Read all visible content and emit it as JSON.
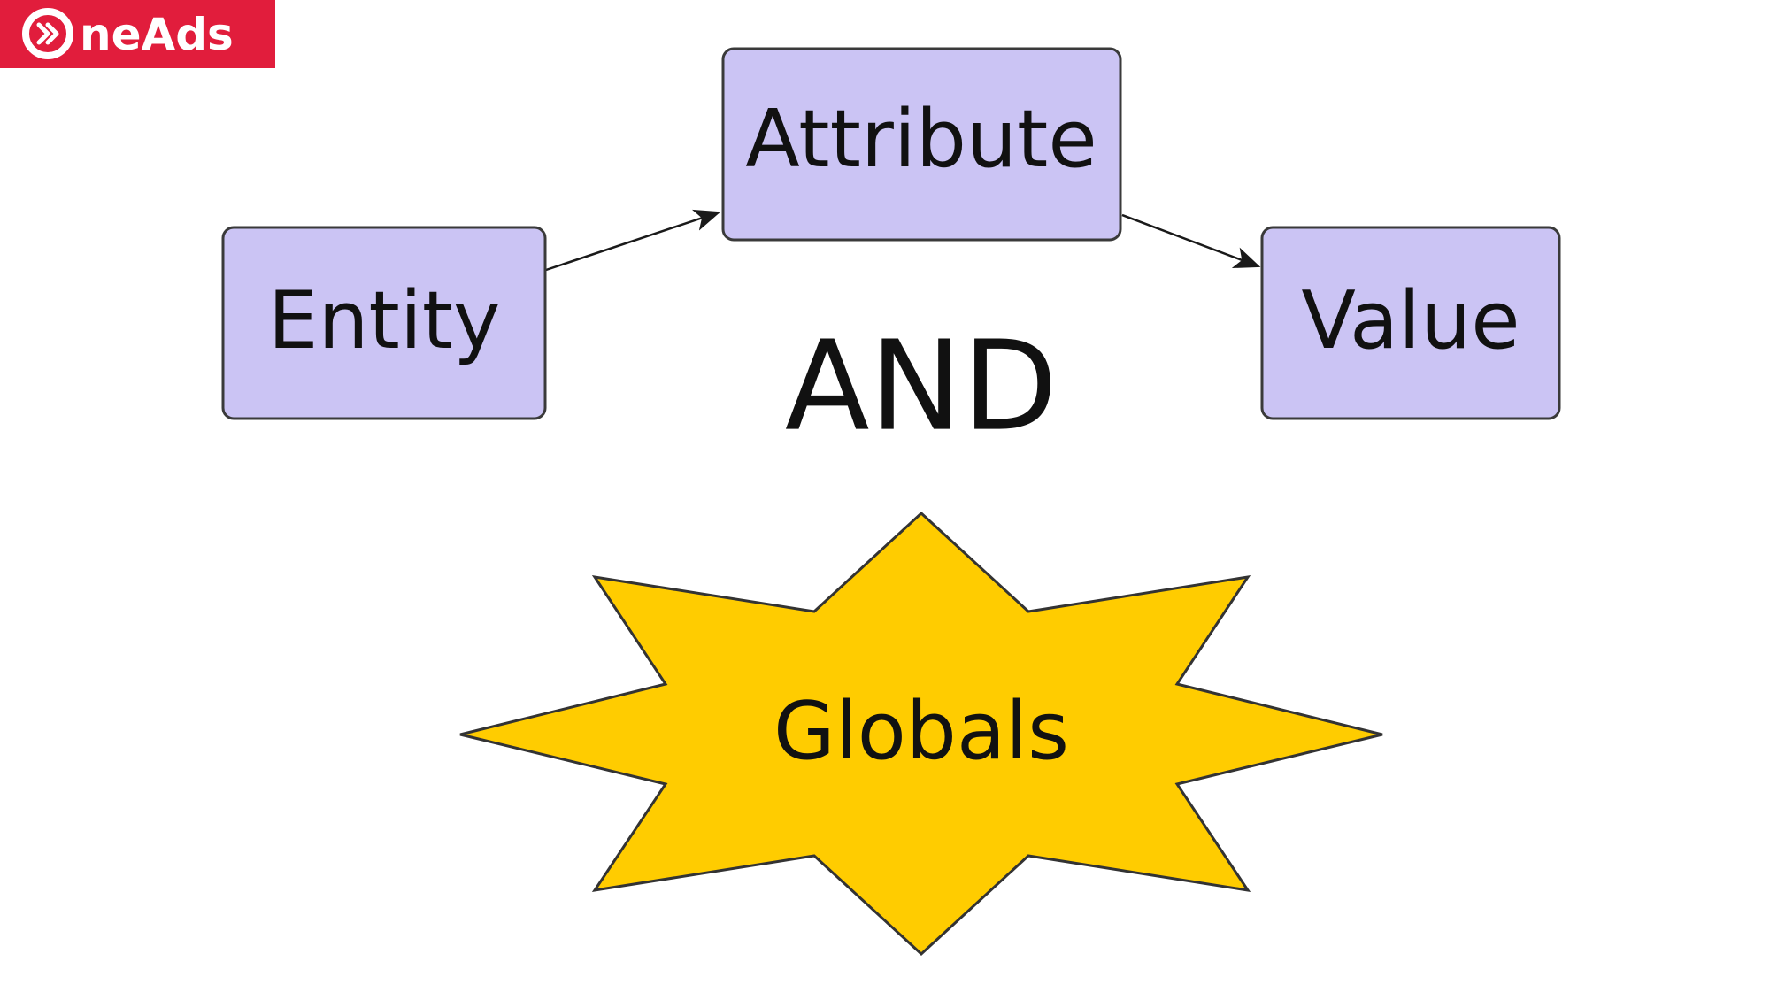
{
  "logo": {
    "text": "neAds",
    "background": "#e11d3c",
    "foreground": "#ffffff"
  },
  "diagram": {
    "box_fill": "#cbc4f4",
    "box_stroke": "#3a3a3a",
    "star_fill": "#ffcc00",
    "star_stroke": "#333333",
    "nodes": {
      "entity": "Entity",
      "attribute": "Attribute",
      "value": "Value"
    },
    "connector": "AND",
    "star_label": "Globals"
  }
}
